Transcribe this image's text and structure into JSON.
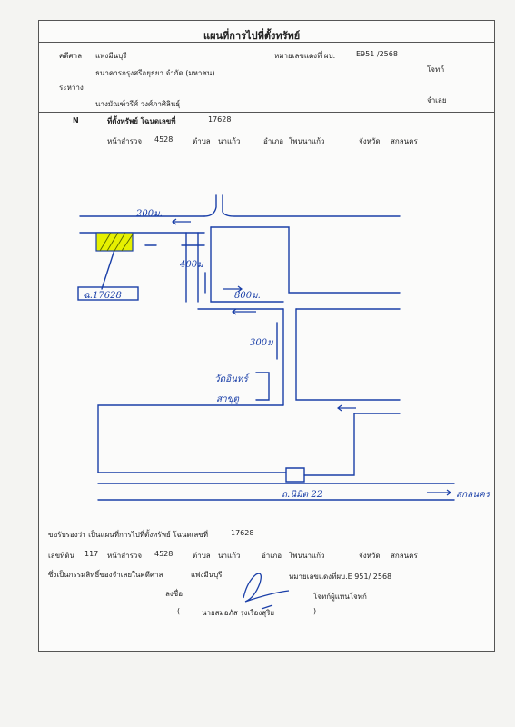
{
  "header": {
    "title": "แผนที่การไปที่ตั้งทรัพย์",
    "case_label": "คดีศาล",
    "court": "แพ่งมีนบุรี",
    "case_no_label": "หมายเลขแดงที่ ผบ.",
    "case_no": "E951 /2568",
    "plaintiff": "ธนาคารกรุงศรีอยุธยา จำกัด (มหาชน)",
    "plaintiff_role": "โจทก์",
    "between": "ระหว่าง",
    "defendant": "นางมัณฑ์วรีศ์ วงศ์ภาศิลินธุ์",
    "defendant_role": "จำเลย"
  },
  "location": {
    "north": "N",
    "deed_label": "ที่ตั้งทรัพย์ โฉนดเลขที่",
    "deed_no": "17628",
    "survey_label": "หน้าสำรวจ",
    "survey_no": "4528",
    "tambon_label": "ตำบล",
    "tambon": "นาแก้ว",
    "amphoe_label": "อำเภอ",
    "amphoe": "โพนนาแก้ว",
    "province_label": "จังหวัด",
    "province": "สกลนคร"
  },
  "map_labels": {
    "dist_top": "200ม.",
    "dist_left": "400ม",
    "dist_mid": "800ม.",
    "dist_lower": "300ม",
    "parcel": "ฉ.17628",
    "temple": "วัดอินทร์",
    "temple2": "สาขุตู",
    "road": "ถ.นิมิต 22",
    "dest": "สกลนคร"
  },
  "footer": {
    "certify": "ขอรับรองว่า เป็นแผนที่การไปที่ตั้งทรัพย์ โฉนดเลขที่",
    "deed_no": "17628",
    "land_no_label": "เลขที่ดิน",
    "land_no": "117",
    "survey_label": "หน้าสำรวจ",
    "survey_no": "4528",
    "tambon_label": "ตำบล",
    "tambon": "นาแก้ว",
    "amphoe_label": "อำเภอ",
    "amphoe": "โพนนาแก้ว",
    "province_label": "จังหวัด",
    "province": "สกลนคร",
    "ownership": "ซึ่งเป็นกรรมสิทธิ์ของจำเลยในคดีศาล",
    "court": "แพ่งมีนบุรี",
    "case_no": "หมายเลขแดงที่ผบ.E 951/ 2568",
    "sign_label": "ลงชื่อ",
    "signer_role": "โจทก์ผู้แทนโจทก์",
    "paren_open": "(",
    "signer_name": "นายสมอภัส รุ่งเรืองสุริย",
    "paren_close": ")"
  }
}
